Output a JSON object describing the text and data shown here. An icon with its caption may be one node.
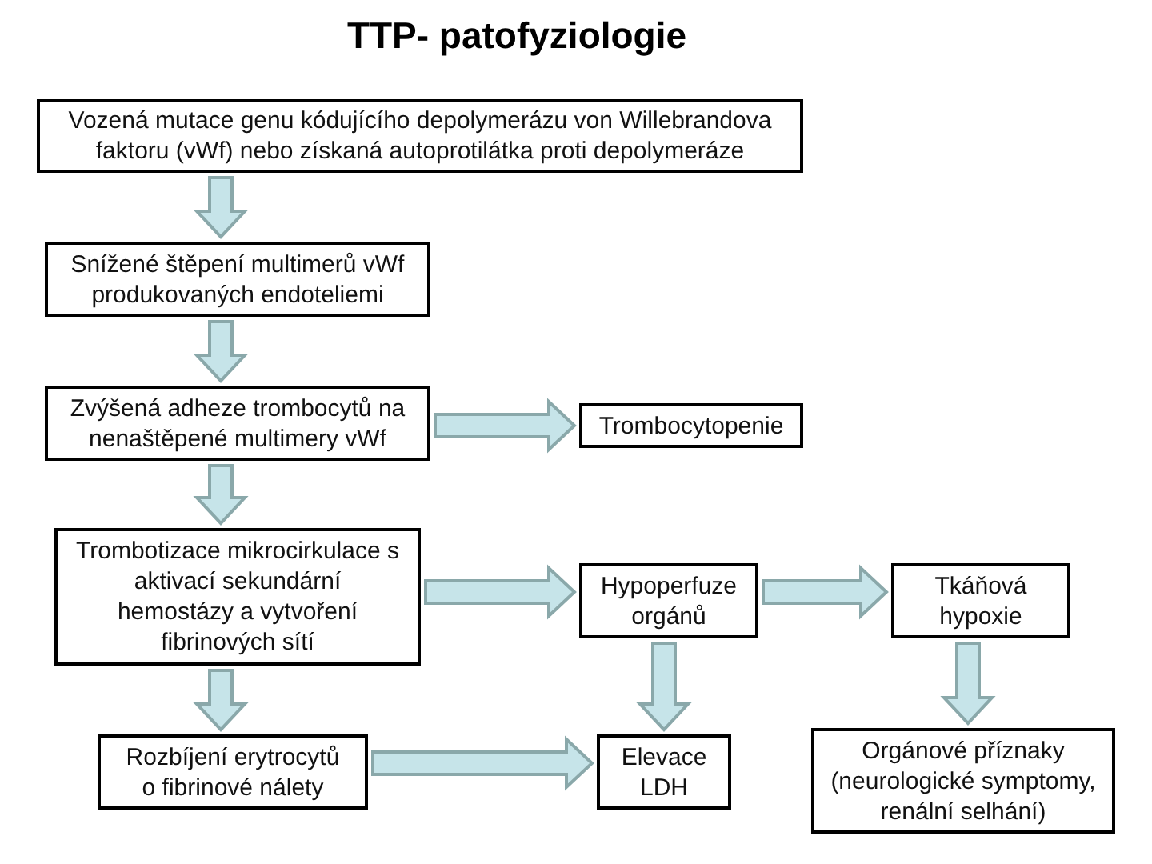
{
  "diagram": {
    "title": "TTP- patofyziologie",
    "nodes": [
      {
        "text": [
          "Vozená mutace genu kódujícího depolymerázu von Willebrandova faktoru (vWf) nebo získaná autoprotilátka proti depolymeráze"
        ]
      },
      {
        "text": [
          "Snížené štěpení multimerů vWf produkovaných endoteliemi"
        ]
      },
      {
        "text": [
          "Zvýšená adheze trombocytů na nenaštěpené multimery vWf"
        ]
      },
      {
        "text": [
          "Trombocytopenie"
        ]
      },
      {
        "text": [
          "Trombotizace mikrocirkulace s aktivací sekundární hemostázy a vytvoření fibrinových sítí"
        ]
      },
      {
        "text": [
          "Hypoperfuze orgánů"
        ]
      },
      {
        "text": [
          "Tkáňová hypoxie"
        ]
      },
      {
        "text": [
          "Rozbíjení erytrocytů o fibrinové nálety"
        ]
      },
      {
        "text": [
          "Elevace LDH"
        ]
      },
      {
        "text": [
          "Orgánové příznaky (neurologické symptomy, renální selhání)"
        ]
      }
    ],
    "edges": [
      {
        "from": 0,
        "to": 1,
        "arrow": "to"
      },
      {
        "from": 1,
        "to": 2,
        "arrow": "to"
      },
      {
        "from": 2,
        "to": 3,
        "arrow": "to"
      },
      {
        "from": 2,
        "to": 4,
        "arrow": "to"
      },
      {
        "from": 4,
        "to": 5,
        "arrow": "to"
      },
      {
        "from": 5,
        "to": 6,
        "arrow": "to"
      },
      {
        "from": 4,
        "to": 7,
        "arrow": "to"
      },
      {
        "from": 7,
        "to": 8,
        "arrow": "to"
      },
      {
        "from": 5,
        "to": 8,
        "arrow": "to"
      },
      {
        "from": 6,
        "to": 9,
        "arrow": "to"
      }
    ]
  }
}
